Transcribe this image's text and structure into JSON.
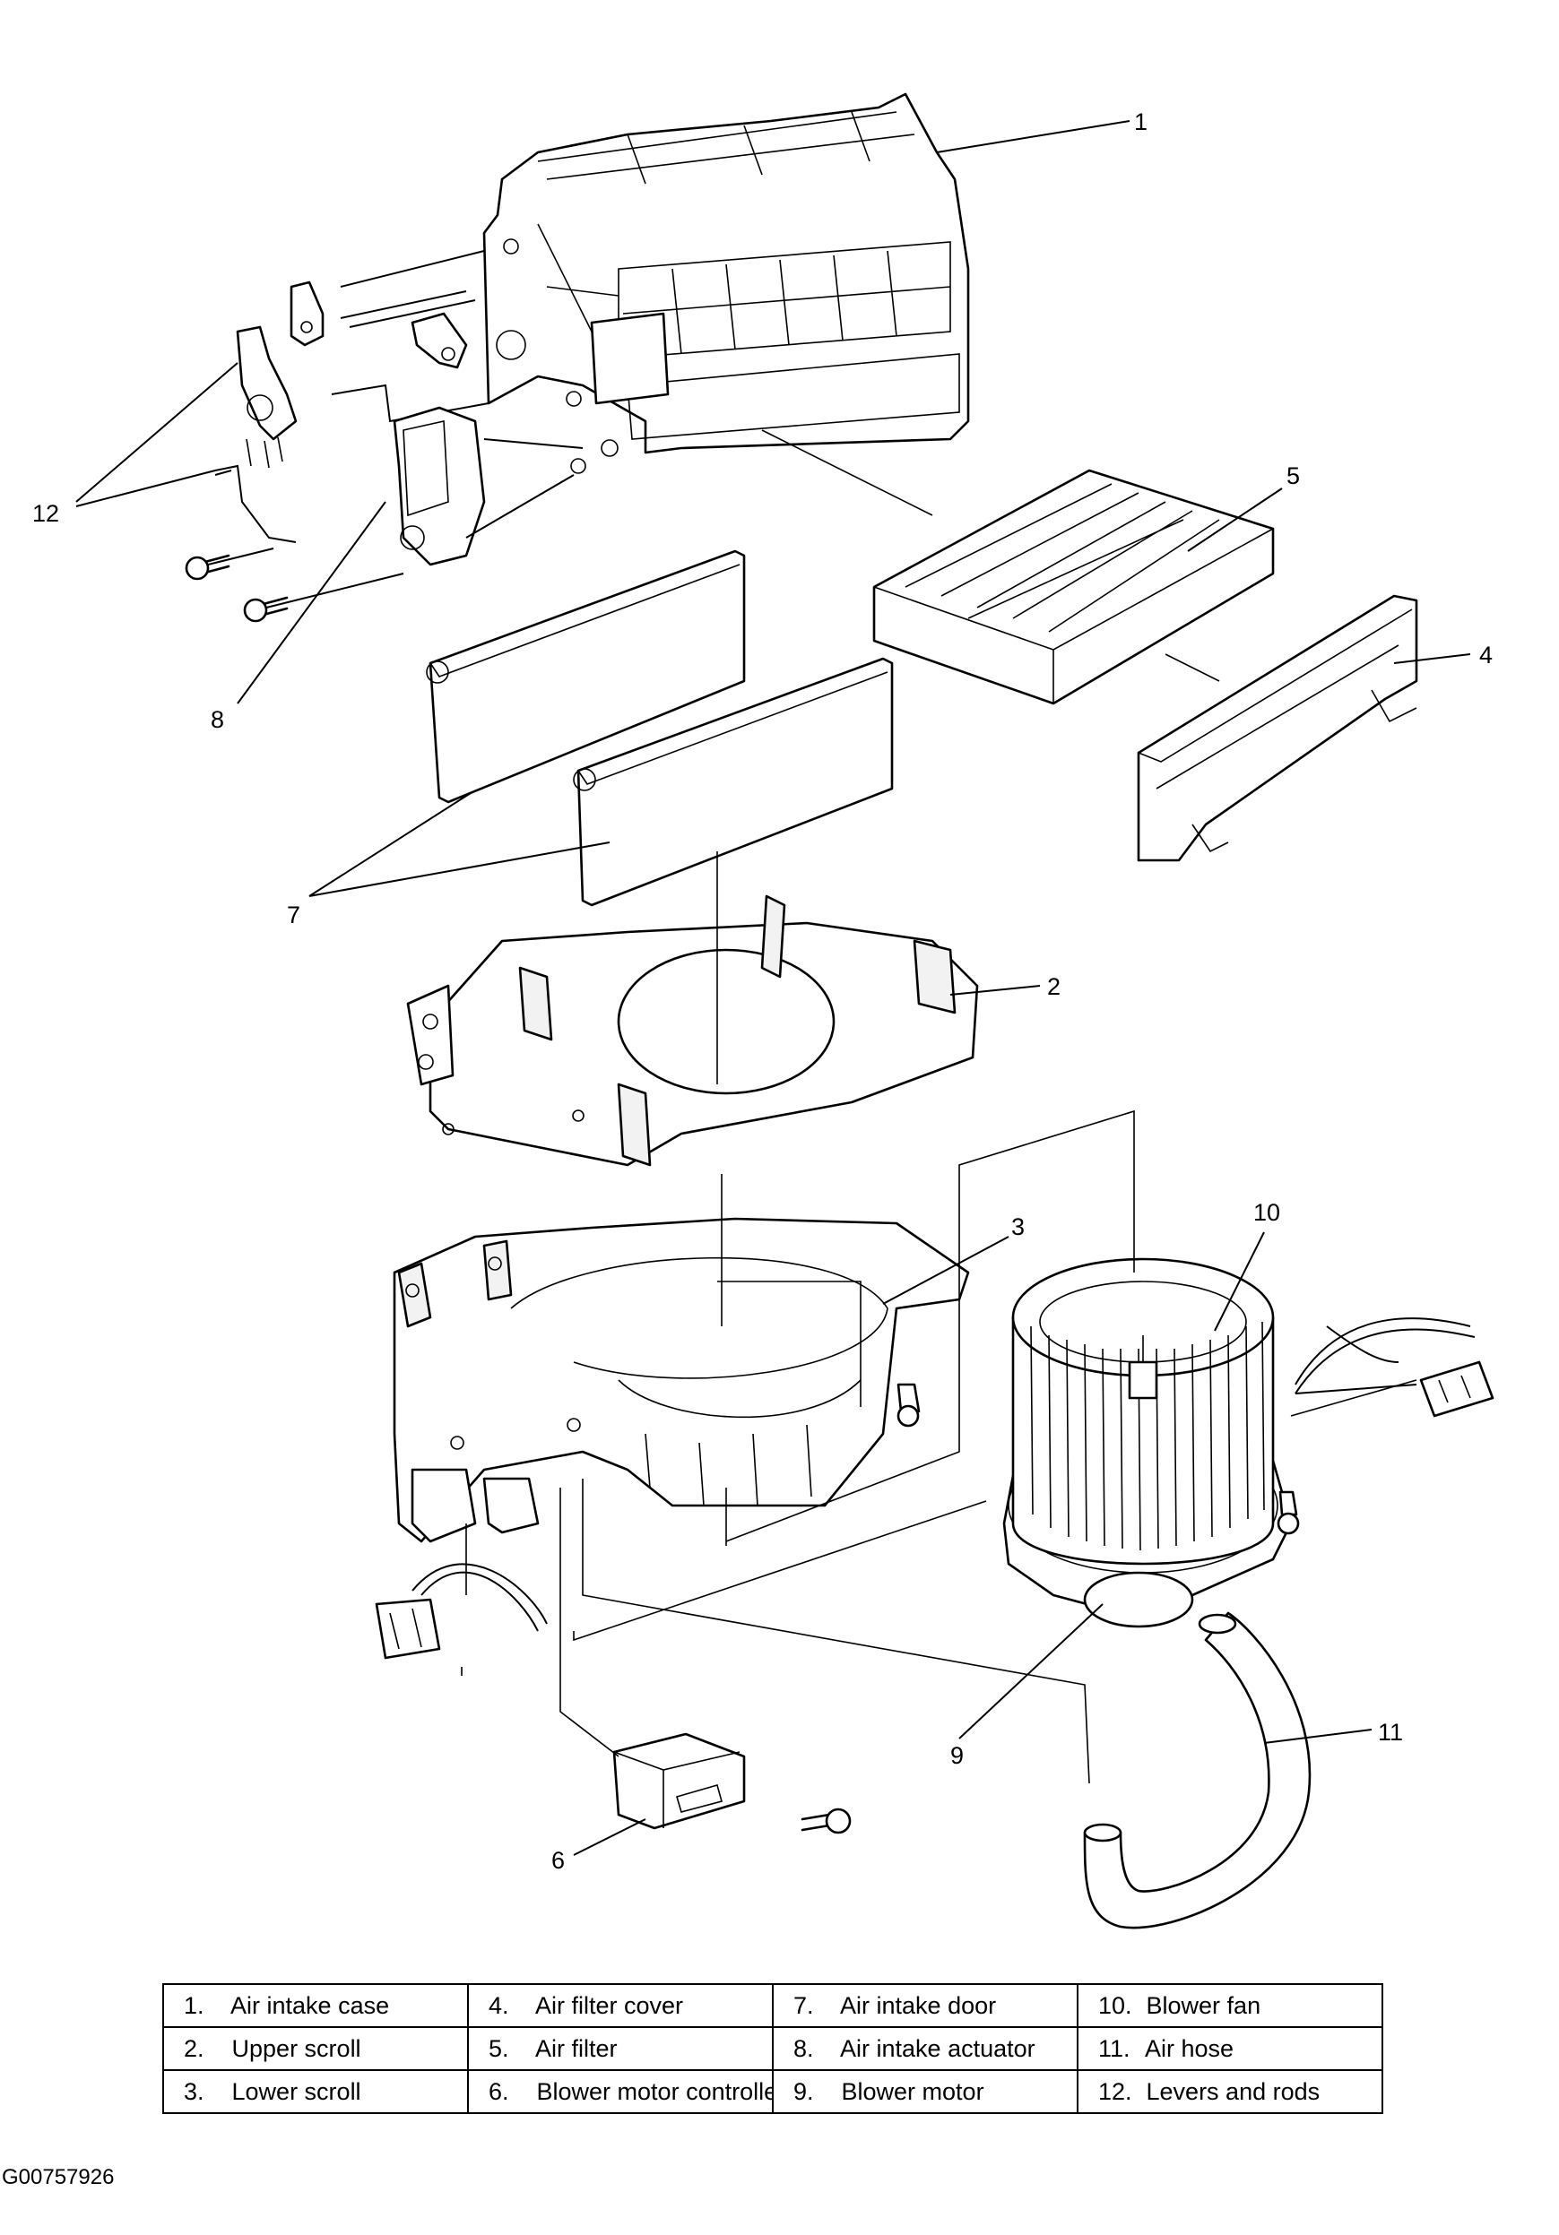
{
  "callouts": [
    {
      "id": "1",
      "text": "1"
    },
    {
      "id": "2",
      "text": "2"
    },
    {
      "id": "3",
      "text": "3"
    },
    {
      "id": "4",
      "text": "4"
    },
    {
      "id": "5",
      "text": "5"
    },
    {
      "id": "6",
      "text": "6"
    },
    {
      "id": "7",
      "text": "7"
    },
    {
      "id": "8",
      "text": "8"
    },
    {
      "id": "9",
      "text": "9"
    },
    {
      "id": "10",
      "text": "10"
    },
    {
      "id": "11",
      "text": "11"
    },
    {
      "id": "12",
      "text": "12"
    }
  ],
  "legend": {
    "rows": [
      [
        {
          "num": "1.",
          "label": "Air intake case"
        },
        {
          "num": "4.",
          "label": "Air filter cover"
        },
        {
          "num": "7.",
          "label": "Air intake door"
        },
        {
          "num": "10.",
          "label": "Blower fan"
        }
      ],
      [
        {
          "num": "2.",
          "label": "Upper scroll"
        },
        {
          "num": "5.",
          "label": "Air filter"
        },
        {
          "num": "8.",
          "label": "Air intake actuator"
        },
        {
          "num": "11.",
          "label": "Air hose"
        }
      ],
      [
        {
          "num": "3.",
          "label": "Lower scroll"
        },
        {
          "num": "6.",
          "label": "Blower motor controller"
        },
        {
          "num": "9.",
          "label": "Blower motor"
        },
        {
          "num": "12.",
          "label": "Levers and rods"
        }
      ]
    ]
  },
  "figure_code": "G00757926"
}
